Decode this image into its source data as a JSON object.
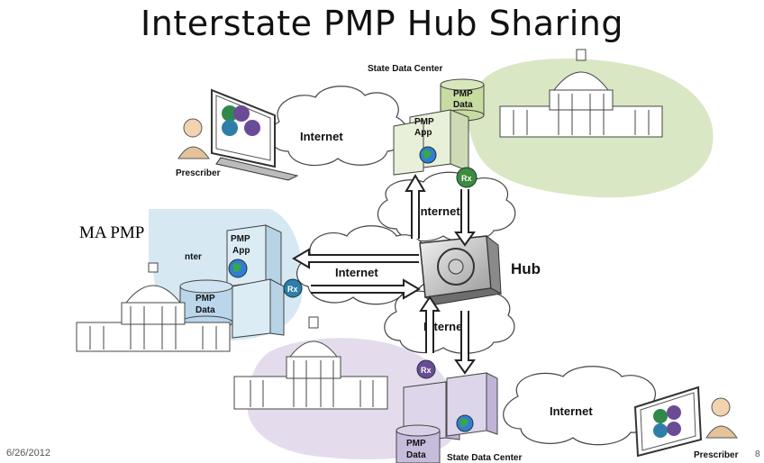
{
  "title": "Interstate PMP Hub Sharing",
  "footer": {
    "date": "6/26/2012",
    "page_number": "8"
  },
  "labels": {
    "state_data_center": "State Data Center",
    "pmp_data": [
      "PMP",
      "Data"
    ],
    "pmp_app": [
      "PMP",
      "App"
    ],
    "internet": "Internet",
    "prescriber": "Prescriber",
    "hub": "Hub",
    "ma_pmp": "MA PMP",
    "nter_fragment": "nter"
  },
  "colors": {
    "green_region": "#d9e7c4",
    "blue_region": "#d6e8f2",
    "purple_region": "#e4dcec",
    "server_green": "#e8f0da",
    "server_blue": "#dcecf5",
    "server_purple": "#ddd6ea",
    "db_green": "#c7dca0",
    "db_blue": "#b9d6ea",
    "db_purple": "#c8bcdc"
  },
  "icons": [
    "computer-monitor-icon",
    "person-icon",
    "rx-cart-icon",
    "globe-icon",
    "capitol-building-icon",
    "server-icon",
    "database-icon",
    "cloud-icon",
    "hub-switch-icon",
    "arrow-icon"
  ]
}
